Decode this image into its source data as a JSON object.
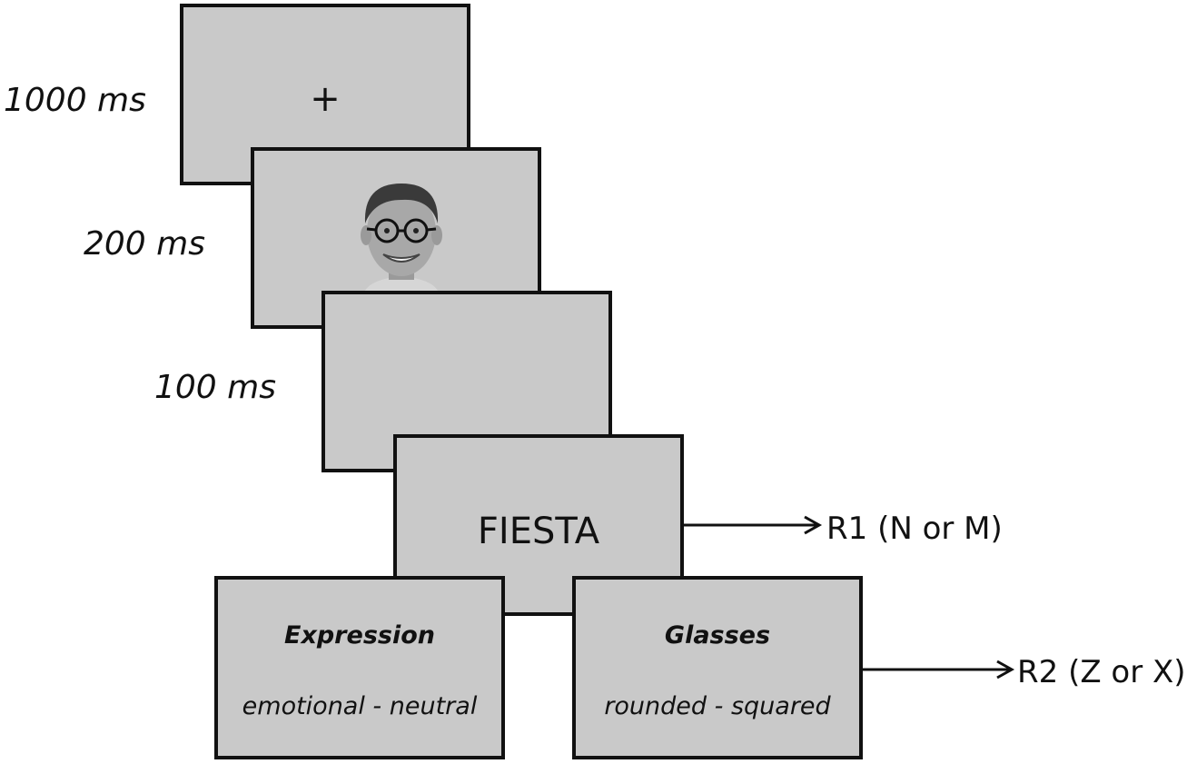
{
  "trial": {
    "fixation": {
      "duration": "1000 ms",
      "symbol": "+"
    },
    "face": {
      "duration": "200 ms",
      "icon": "face-with-round-glasses-icon"
    },
    "blank": {
      "duration": "100 ms"
    },
    "word": {
      "text": "FIESTA",
      "response": "R1 (N or M)"
    },
    "task_expression": {
      "title": "Expression",
      "options": "emotional - neutral"
    },
    "task_glasses": {
      "title": "Glasses",
      "options": "rounded - squared"
    },
    "second_response": "R2 (Z or X)"
  },
  "colors": {
    "screen_fill": "#c9c9c9",
    "border": "#111111",
    "background": "#ffffff"
  }
}
